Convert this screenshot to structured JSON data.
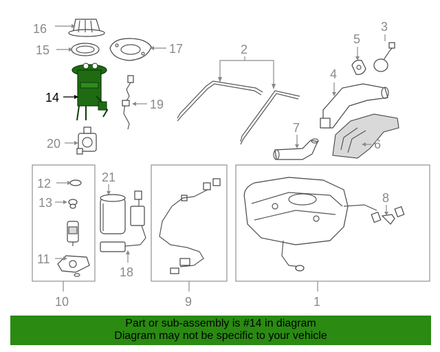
{
  "callouts": {
    "c1": "1",
    "c2": "2",
    "c3": "3",
    "c4": "4",
    "c5": "5",
    "c6": "6",
    "c7": "7",
    "c8": "8",
    "c9": "9",
    "c10": "10",
    "c11": "11",
    "c12": "12",
    "c13": "13",
    "c14": "14",
    "c15": "15",
    "c16": "16",
    "c17": "17",
    "c18": "18",
    "c19": "19",
    "c20": "20",
    "c21": "21"
  },
  "highlighted_part": "14",
  "colors": {
    "highlight": "#1f6b12",
    "banner": "#2a8a12",
    "callout": "#8a8a8a"
  },
  "banner": {
    "line1": "Part or sub-assembly is #14 in diagram",
    "line2": "Diagram may not be specific to your vehicle"
  }
}
